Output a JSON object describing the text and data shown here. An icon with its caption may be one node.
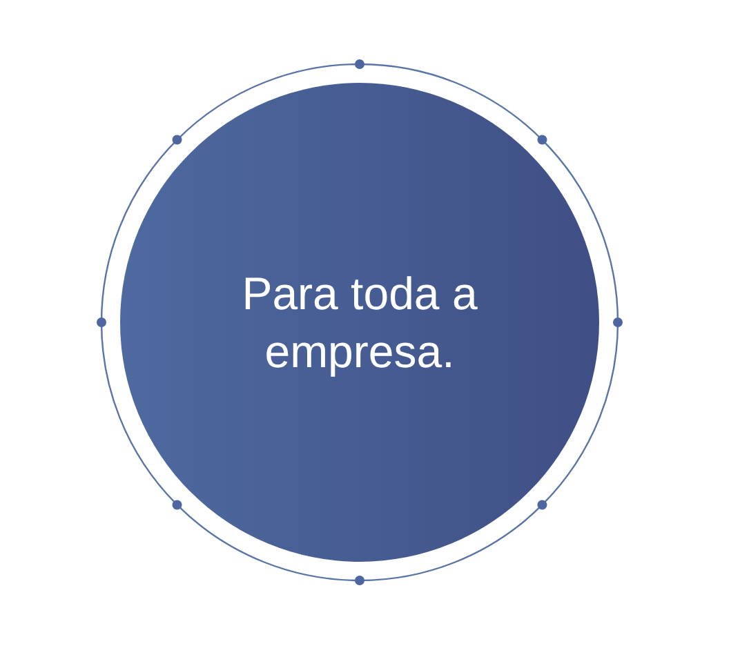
{
  "diagram": {
    "nodes": [
      {
        "text": [],
        "shape": "circle"
      },
      {
        "text": [
          "Para toda a empresa."
        ],
        "in": 0
      }
    ]
  }
}
